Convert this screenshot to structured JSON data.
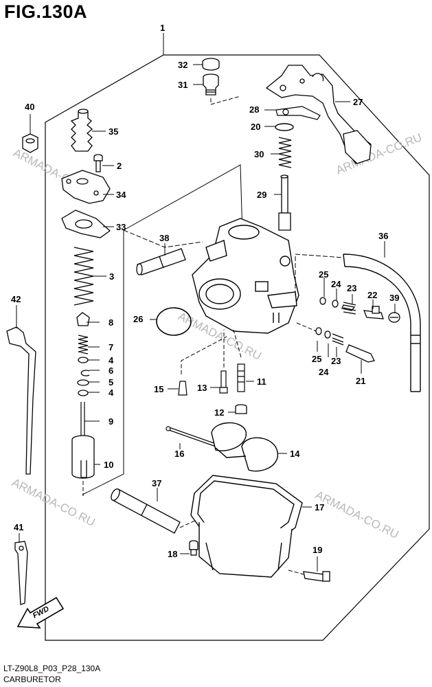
{
  "figure": {
    "title": "FIG.130A",
    "code": "LT-Z90L8_P03_P28_130A",
    "caption": "CARBURETOR"
  },
  "watermark": {
    "text": "ARMADA-CO.RU",
    "color": "#b8b8b8"
  },
  "fwd_label": "FWD",
  "parts": [
    {
      "id": "p1",
      "label": "1"
    },
    {
      "id": "p2",
      "label": "2"
    },
    {
      "id": "p3",
      "label": "3"
    },
    {
      "id": "p4a",
      "label": "4"
    },
    {
      "id": "p4b",
      "label": "4"
    },
    {
      "id": "p5",
      "label": "5"
    },
    {
      "id": "p6",
      "label": "6"
    },
    {
      "id": "p7",
      "label": "7"
    },
    {
      "id": "p8",
      "label": "8"
    },
    {
      "id": "p9",
      "label": "9"
    },
    {
      "id": "p10",
      "label": "10"
    },
    {
      "id": "p11",
      "label": "11"
    },
    {
      "id": "p12",
      "label": "12"
    },
    {
      "id": "p13",
      "label": "13"
    },
    {
      "id": "p14",
      "label": "14"
    },
    {
      "id": "p15",
      "label": "15"
    },
    {
      "id": "p16",
      "label": "16"
    },
    {
      "id": "p17",
      "label": "17"
    },
    {
      "id": "p18",
      "label": "18"
    },
    {
      "id": "p19",
      "label": "19"
    },
    {
      "id": "p20",
      "label": "20"
    },
    {
      "id": "p21",
      "label": "21"
    },
    {
      "id": "p22",
      "label": "22"
    },
    {
      "id": "p23a",
      "label": "23"
    },
    {
      "id": "p23b",
      "label": "23"
    },
    {
      "id": "p24a",
      "label": "24"
    },
    {
      "id": "p24b",
      "label": "24"
    },
    {
      "id": "p25a",
      "label": "25"
    },
    {
      "id": "p25b",
      "label": "25"
    },
    {
      "id": "p26",
      "label": "26"
    },
    {
      "id": "p27",
      "label": "27"
    },
    {
      "id": "p28",
      "label": "28"
    },
    {
      "id": "p29",
      "label": "29"
    },
    {
      "id": "p30",
      "label": "30"
    },
    {
      "id": "p31",
      "label": "31"
    },
    {
      "id": "p32",
      "label": "32"
    },
    {
      "id": "p33",
      "label": "33"
    },
    {
      "id": "p34",
      "label": "34"
    },
    {
      "id": "p35",
      "label": "35"
    },
    {
      "id": "p36",
      "label": "36"
    },
    {
      "id": "p37",
      "label": "37"
    },
    {
      "id": "p38",
      "label": "38"
    },
    {
      "id": "p39",
      "label": "39"
    },
    {
      "id": "p40",
      "label": "40"
    },
    {
      "id": "p41",
      "label": "41"
    },
    {
      "id": "p42",
      "label": "42"
    }
  ]
}
